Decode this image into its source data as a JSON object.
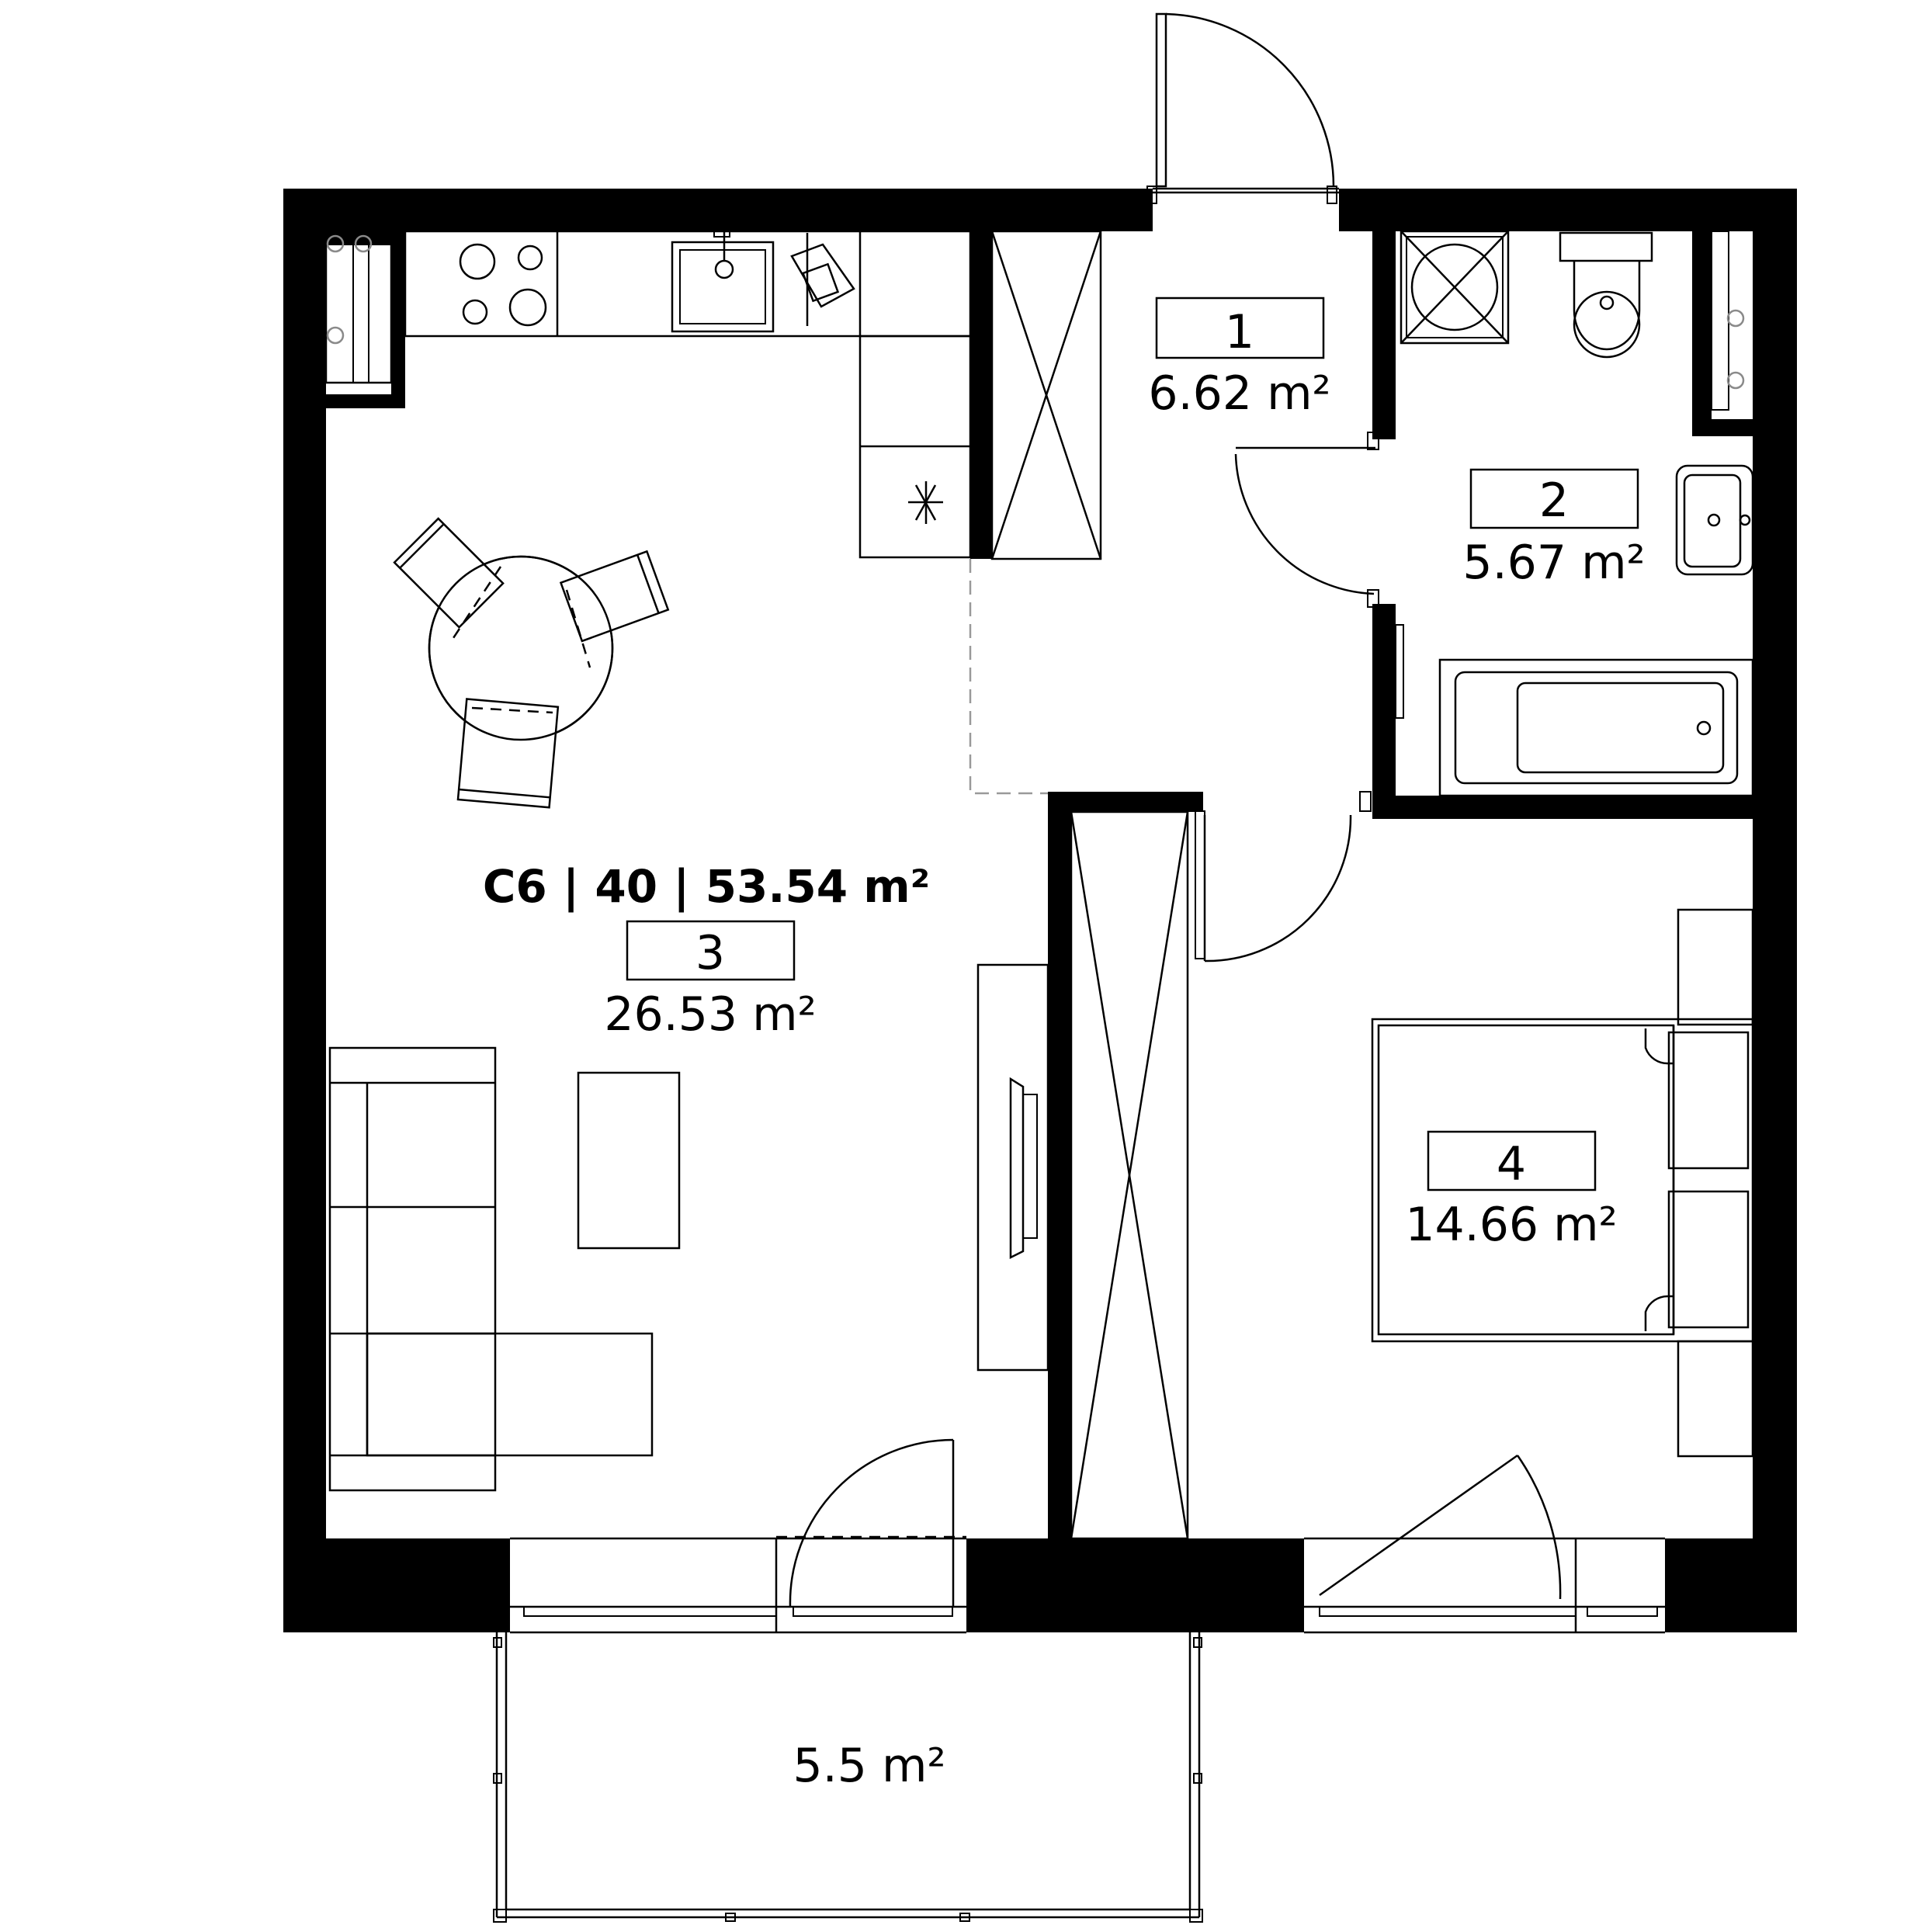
{
  "plan": {
    "headline": "C6 | 40 | 53.54 m²",
    "rooms": [
      {
        "number": "1",
        "area": "6.62 m²"
      },
      {
        "number": "2",
        "area": "5.67 m²"
      },
      {
        "number": "3",
        "area": "26.53 m²"
      },
      {
        "number": "4",
        "area": "14.66 m²"
      }
    ],
    "balcony": {
      "area": "5.5 m²"
    }
  }
}
